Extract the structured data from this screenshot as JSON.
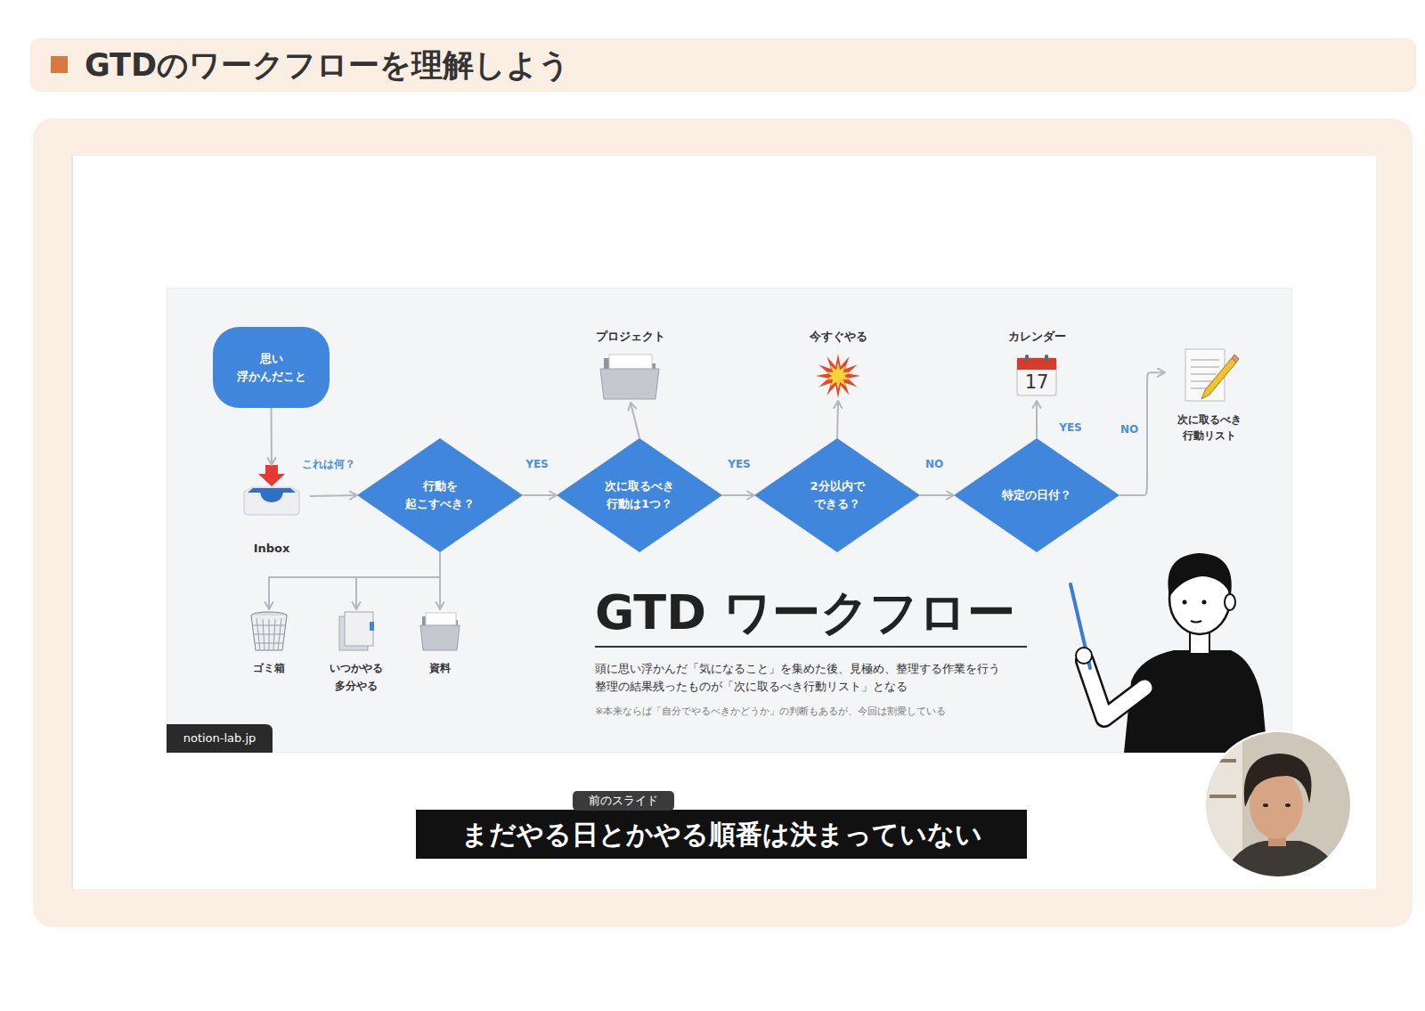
{
  "diagram": {
    "title": "GTDのワークフローを理解しよう",
    "nodes": [
      {
        "text": [
          "思い 浮かんだこと"
        ]
      },
      {
        "text": [
          "Inbox"
        ]
      },
      {
        "text": [
          "行動を 起こすべき？"
        ]
      },
      {
        "text": [
          "次に取るべき 行動は1つ？"
        ]
      },
      {
        "text": [
          "2分以内で できる？"
        ]
      },
      {
        "text": [
          "特定の日付？"
        ]
      },
      {
        "text": [
          "プロジェクト"
        ]
      },
      {
        "text": [
          "今すぐやる"
        ]
      },
      {
        "text": [
          "カレンダー",
          "17"
        ]
      },
      {
        "text": [
          "次に取るべき 行動リスト"
        ]
      },
      {
        "text": [
          "ゴミ箱"
        ]
      },
      {
        "text": [
          "いつかやる 多分やる"
        ]
      },
      {
        "text": [
          "資料"
        ]
      }
    ],
    "edges": [
      {
        "from": 0,
        "to": 1,
        "arrow": "to"
      },
      {
        "from": 1,
        "to": 2,
        "label": "これは何？",
        "arrow": "to"
      },
      {
        "from": 2,
        "to": 3,
        "label": "YES",
        "arrow": "to"
      },
      {
        "from": 3,
        "to": 6,
        "arrow": "to"
      },
      {
        "from": 3,
        "to": 4,
        "label": "YES",
        "arrow": "to"
      },
      {
        "from": 4,
        "to": 7,
        "arrow": "to"
      },
      {
        "from": 4,
        "to": 5,
        "label": "NO",
        "arrow": "to"
      },
      {
        "from": 5,
        "to": 8,
        "label": "YES",
        "arrow": "to"
      },
      {
        "from": 5,
        "to": 9,
        "label": "NO",
        "arrow": "to"
      },
      {
        "from": 2,
        "to": 10,
        "arrow": "to"
      },
      {
        "from": 2,
        "to": 11,
        "arrow": "to"
      },
      {
        "from": 2,
        "to": 12,
        "arrow": "to"
      }
    ],
    "labels": [
      "GTD ワークフロー",
      "頭に思い浮かんだ「気になること」を集めた後、見極め、整理する作業を行う",
      "整理の結果残ったものが「次に取るべき行動リスト」となる",
      "※本来ならば「自分でやるべきかどうか」の判断もあるが、今回は割愛している",
      "notion-lab.jp",
      "前のスライド",
      "まだやる日とかやる順番は決まっていない"
    ]
  }
}
